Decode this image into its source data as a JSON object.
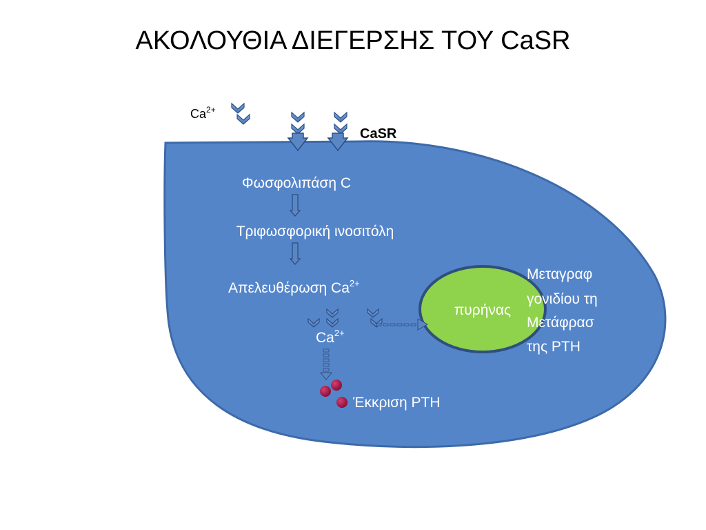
{
  "title": "ΑΚΟΛΟΥΘΙΑ ΔΙΕΓΕΡΣΗΣ ΤΟΥ CaSR",
  "labels": {
    "ca_outside": "Ca",
    "ca_outside_sup": "2+",
    "casr": "CaSR",
    "phospholipase": "Φωσφολιπάση C",
    "ip3": "Τριφωσφορική ινοσιτόλη",
    "release": "Απελευθέρωση Ca",
    "release_sup": "2+",
    "ca_inside": "Ca",
    "ca_inside_sup": "2+",
    "nucleus": "πυρήνας",
    "pth_secretion": "Έκκριση PTH",
    "transcription_lines": [
      "Μεταγραφ",
      "γονιδίου τη",
      "Μετάφρασ",
      "της PTH"
    ]
  },
  "colors": {
    "cell_fill": "#5585c9",
    "cell_stroke": "#3d6aa8",
    "nucleus_fill": "#8fd24b",
    "nucleus_stroke": "#2f4f7e",
    "arrow_fill": "#5b86c4",
    "arrow_stroke": "#2c4e85",
    "granule": "#a01040",
    "label_text": "#ffffff",
    "dark_text": "#000000"
  }
}
